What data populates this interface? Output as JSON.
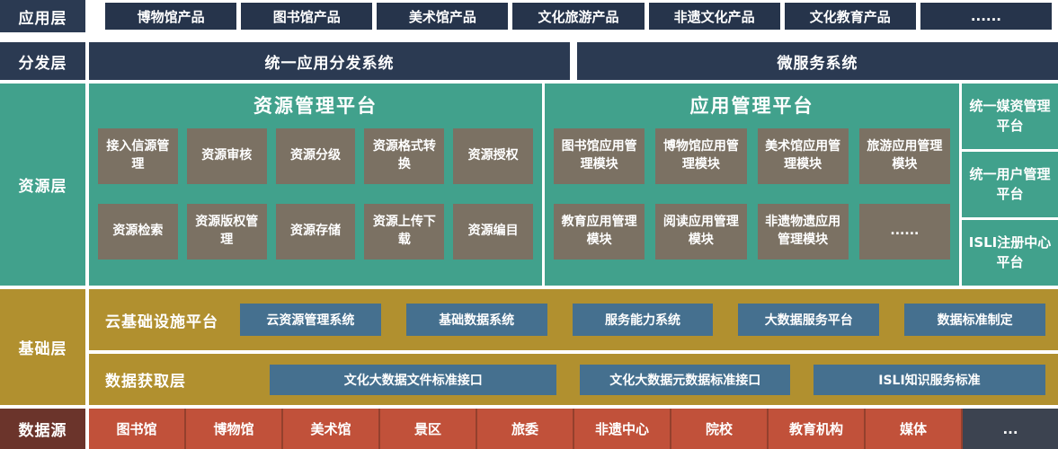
{
  "app_layer": {
    "label": "应用层",
    "items": [
      "博物馆产品",
      "图书馆产品",
      "美术馆产品",
      "文化旅游产品",
      "非遗文化产品",
      "文化教育产品",
      "......"
    ]
  },
  "distribution_layer": {
    "label": "分发层",
    "items": [
      "统一应用分发系统",
      "微服务系统"
    ]
  },
  "resource_layer": {
    "label": "资源层",
    "resource_platform": {
      "title": "资源管理平台",
      "row1": [
        "接入信源管理",
        "资源审核",
        "资源分级",
        "资源格式转换",
        "资源授权"
      ],
      "row2": [
        "资源检索",
        "资源版权管理",
        "资源存储",
        "资源上传下载",
        "资源编目"
      ]
    },
    "app_platform": {
      "title": "应用管理平台",
      "row1": [
        "图书馆应用管理模块",
        "博物馆应用管理模块",
        "美术馆应用管理模块",
        "旅游应用管理模块"
      ],
      "row2": [
        "教育应用管理模块",
        "阅读应用管理模块",
        "非遗物遗应用管理模块",
        "......"
      ]
    },
    "side_platforms": [
      "统一媒资管理平台",
      "统一用户管理平台",
      "ISLI注册中心平台"
    ]
  },
  "base_layer": {
    "label": "基础层",
    "cloud": {
      "title": "云基础设施平台",
      "items": [
        "云资源管理系统",
        "基础数据系统",
        "服务能力系统",
        "大数据服务平台",
        "数据标准制定"
      ]
    },
    "acquisition": {
      "title": "数据获取层",
      "items": [
        "文化大数据文件标准接口",
        "文化大数据元数据标准接口",
        "ISLI知识服务标准"
      ]
    }
  },
  "data_source_layer": {
    "label": "数据源",
    "items": [
      "图书馆",
      "博物馆",
      "美术馆",
      "景区",
      "旅委",
      "非遗中心",
      "院校",
      "教育机构",
      "媒体",
      "..."
    ]
  },
  "colors": {
    "navy": "#2b3a52",
    "teal": "#41a18c",
    "brown_box": "#7b7163",
    "gold": "#b1902f",
    "slate_blue_box": "#45708f",
    "red_box": "#c1513a",
    "maroon_label": "#6b342b",
    "dark_last_cell": "#3c4350"
  }
}
